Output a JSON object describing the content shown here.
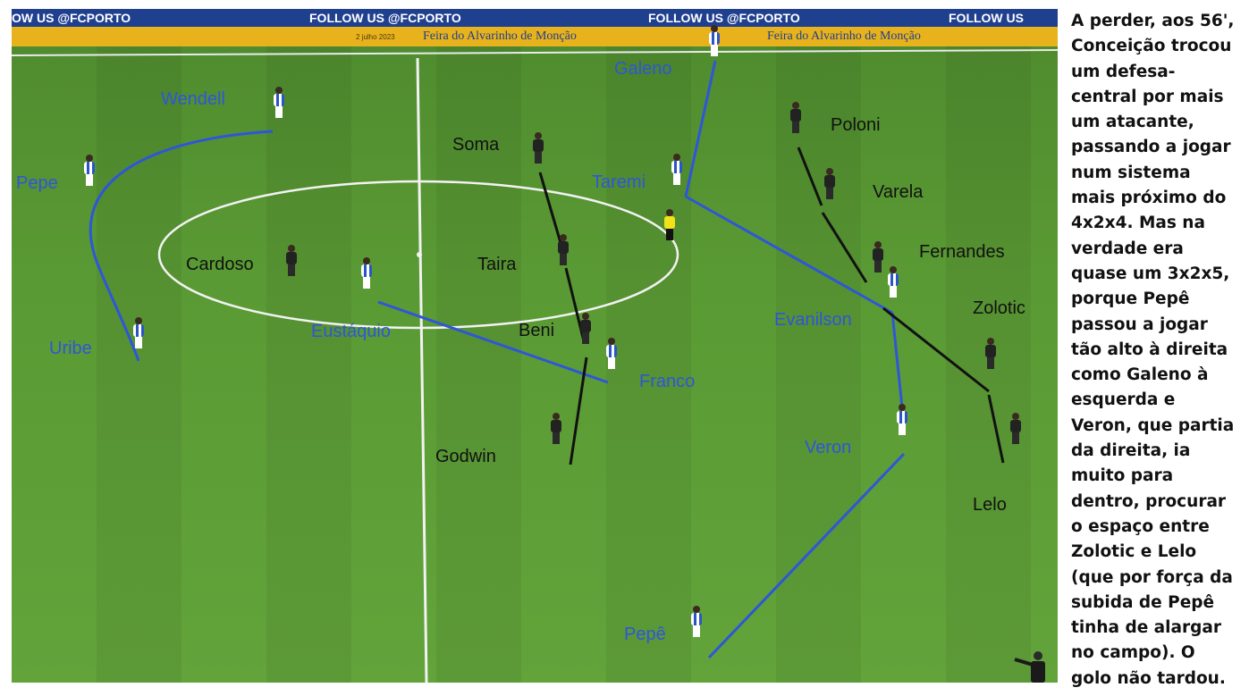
{
  "ads": {
    "top_left": "OW US  @FCPORTO",
    "top_mid": "FOLLOW US  @FCPORTO",
    "top_right": "FOLLOW US  @FCPORTO",
    "top_far": "FOLLOW US",
    "date_text": "2 julho 2023",
    "bottom_left": "Feira do Alvarinho de Monção",
    "bottom_right": "Feira do Alvarinho de Monção"
  },
  "labels": {
    "wendell": "Wendell",
    "pepe_left": "Pepe",
    "uribe": "Uribe",
    "cardoso": "Cardoso",
    "eustaquio": "Eustáquio",
    "soma": "Soma",
    "taira": "Taira",
    "beni": "Beni",
    "godwin": "Godwin",
    "galeno": "Galeno",
    "taremi": "Taremi",
    "franco": "Franco",
    "poloni": "Poloni",
    "varela": "Varela",
    "fernandes": "Fernandes",
    "zolotic": "Zolotic",
    "evanilson": "Evanilson",
    "veron": "Veron",
    "lelo": "Lelo",
    "pepe_bottom": "Pepê"
  },
  "colors": {
    "line_blue": "#2f56d8",
    "line_black": "#111111",
    "pitch_green": "#5a9a34"
  },
  "caption": "A perder, aos 56',\nConceição trocou\num defesa-\ncentral por mais\num atacante,\npassando a jogar\nnum sistema\nmais próximo do\n4x2x4. Mas na\nverdade era\nquase um 3x2x5,\nporque Pepê\npassou a jogar\ntão alto à direita\ncomo Galeno à\nesquerda e\nVeron, que partia\nda direita, ia\nmuito para\ndentro, procurar\no espaço entre\nZolotic e Lelo\n(que por força da\nsubida de Pepê\ntinha de alargar\nno campo). O\ngolo não tardou."
}
